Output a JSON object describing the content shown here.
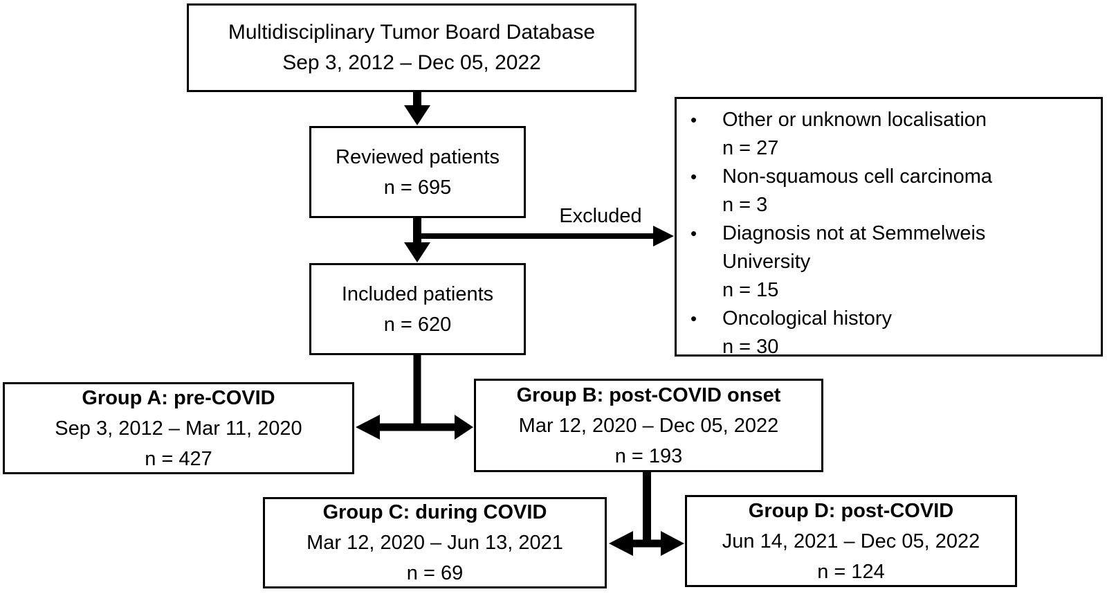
{
  "figure": {
    "type": "flowchart",
    "description": "Patient selection flow diagram",
    "colors": {
      "line": "#000000",
      "background": "#ffffff",
      "text": "#000000"
    }
  },
  "nodes": {
    "database": {
      "title": "Multidisciplinary Tumor Board Database",
      "dates": "Sep 3, 2012 – Dec 05, 2022"
    },
    "reviewed": {
      "title": "Reviewed patients",
      "count": "n = 695"
    },
    "included": {
      "title": "Included patients",
      "count": "n = 620"
    },
    "group_a": {
      "title": "Group A: pre-COVID",
      "dates": "Sep 3, 2012 – Mar 11, 2020",
      "count": "n = 427"
    },
    "group_b": {
      "title": "Group B: post-COVID onset",
      "dates": "Mar 12, 2020 – Dec 05, 2022",
      "count": "n = 193"
    },
    "group_c": {
      "title": "Group C: during COVID",
      "dates": "Mar 12, 2020 – Jun 13, 2021",
      "count": "n = 69"
    },
    "group_d": {
      "title": "Group D: post-COVID",
      "dates": "Jun 14, 2021 – Dec 05, 2022",
      "count": "n = 124"
    }
  },
  "excluded": {
    "label": "Excluded",
    "bullet": "•",
    "items": [
      {
        "reason": "Other or unknown localisation",
        "count": "n = 27"
      },
      {
        "reason": "Non-squamous cell carcinoma",
        "count": "n = 3"
      },
      {
        "reason": "Diagnosis not at Semmelweis University",
        "count": "n = 15"
      },
      {
        "reason": "Oncological history",
        "count": "n = 30"
      }
    ]
  }
}
